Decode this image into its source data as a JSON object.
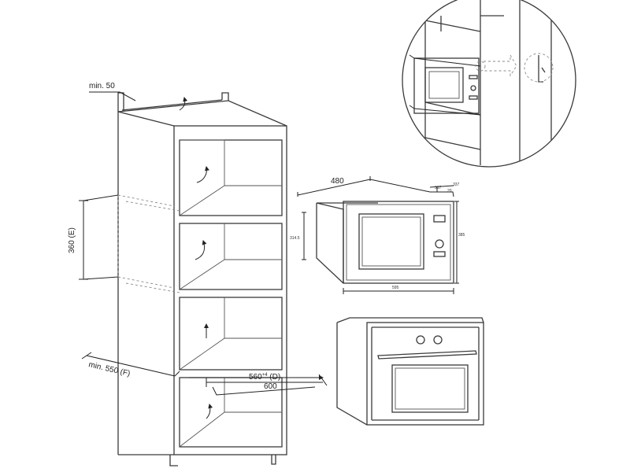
{
  "cabinet": {
    "min_top_label": "min. 50",
    "height_label": "360 (E)",
    "depth_label_a": "560",
    "depth_label_a_sup": "+4",
    "depth_label_a_suffix": " (D)",
    "depth_label_b": "600",
    "width_label": "min. 550 (F)"
  },
  "appliance_dims": {
    "width_top": "480",
    "depth_1": "317",
    "depth_2": "337",
    "depth_3": "20",
    "height_right": "385",
    "height_left": "314.5",
    "width_bottom": "595"
  },
  "colors": {
    "line": "#3a3a3a",
    "background": "#ffffff"
  }
}
